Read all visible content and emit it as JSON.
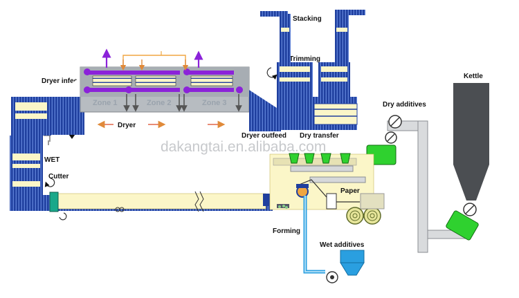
{
  "labels": {
    "stacking": "Stacking",
    "trimming": "Trimming",
    "dryer_infeed": "Dryer infeed",
    "zone1": "Zone 1",
    "zone2": "Zone 2",
    "zone3": "Zone 3",
    "dryer": "Dryer",
    "dryer_outfeed": "Dryer outfeed",
    "dry_transfer": "Dry transfer",
    "dry_additives": "Dry additives",
    "kettle": "Kettle",
    "wet": "WET",
    "cutter": "Cutter",
    "paper": "Paper",
    "forming": "Forming",
    "wet_additives": "Wet additives"
  },
  "watermark": "dakangtai.en.alibaba.com",
  "colors": {
    "conveyor_blue": "#1f3f9e",
    "board_yellow": "#fbf6c8",
    "dryer_gray": "#b7bcc1",
    "fan_purple": "#8b22d9",
    "additive_green": "#2fd12f",
    "kettle_dark": "#4b4e52",
    "pipe_blue": "#2a9fe0",
    "heat_orange": "#f0a640"
  }
}
